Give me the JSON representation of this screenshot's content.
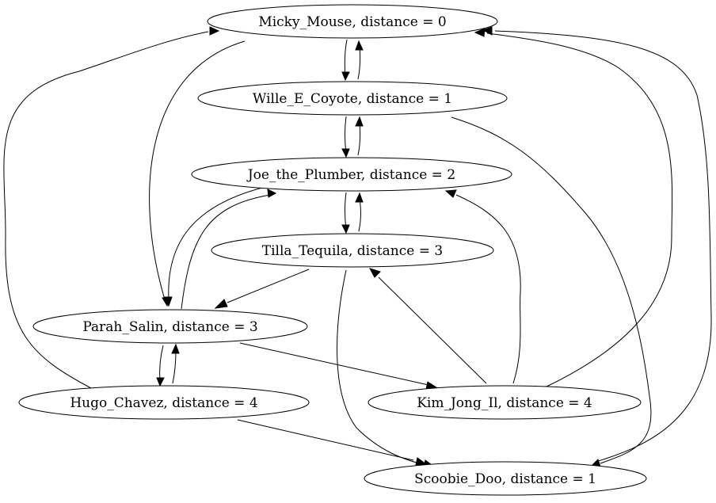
{
  "nodes": [
    {
      "id": "micky",
      "name": "Micky_Mouse",
      "distance": 0,
      "label": "Micky_Mouse, distance = 0"
    },
    {
      "id": "wille",
      "name": "Wille_E_Coyote",
      "distance": 1,
      "label": "Wille_E_Coyote, distance = 1"
    },
    {
      "id": "joe",
      "name": "Joe_the_Plumber",
      "distance": 2,
      "label": "Joe_the_Plumber, distance = 2"
    },
    {
      "id": "tilla",
      "name": "Tilla_Tequila",
      "distance": 3,
      "label": "Tilla_Tequila, distance = 3"
    },
    {
      "id": "parah",
      "name": "Parah_Salin",
      "distance": 3,
      "label": "Parah_Salin, distance = 3"
    },
    {
      "id": "hugo",
      "name": "Hugo_Chavez",
      "distance": 4,
      "label": "Hugo_Chavez, distance = 4"
    },
    {
      "id": "kim",
      "name": "Kim_Jong_Il",
      "distance": 4,
      "label": "Kim_Jong_Il, distance = 4"
    },
    {
      "id": "scoobie",
      "name": "Scoobie_Doo",
      "distance": 1,
      "label": "Scoobie_Doo, distance = 1"
    }
  ],
  "edges": [
    {
      "from": "micky",
      "to": "wille"
    },
    {
      "from": "wille",
      "to": "micky"
    },
    {
      "from": "wille",
      "to": "joe"
    },
    {
      "from": "joe",
      "to": "wille"
    },
    {
      "from": "joe",
      "to": "tilla"
    },
    {
      "from": "tilla",
      "to": "joe"
    },
    {
      "from": "micky",
      "to": "parah"
    },
    {
      "from": "parah",
      "to": "joe"
    },
    {
      "from": "joe",
      "to": "parah"
    },
    {
      "from": "tilla",
      "to": "parah"
    },
    {
      "from": "parah",
      "to": "hugo"
    },
    {
      "from": "hugo",
      "to": "parah"
    },
    {
      "from": "parah",
      "to": "kim"
    },
    {
      "from": "hugo",
      "to": "micky"
    },
    {
      "from": "hugo",
      "to": "scoobie"
    },
    {
      "from": "kim",
      "to": "tilla"
    },
    {
      "from": "kim",
      "to": "joe"
    },
    {
      "from": "kim",
      "to": "micky"
    },
    {
      "from": "tilla",
      "to": "scoobie"
    },
    {
      "from": "wille",
      "to": "scoobie"
    },
    {
      "from": "scoobie",
      "to": "micky"
    }
  ]
}
